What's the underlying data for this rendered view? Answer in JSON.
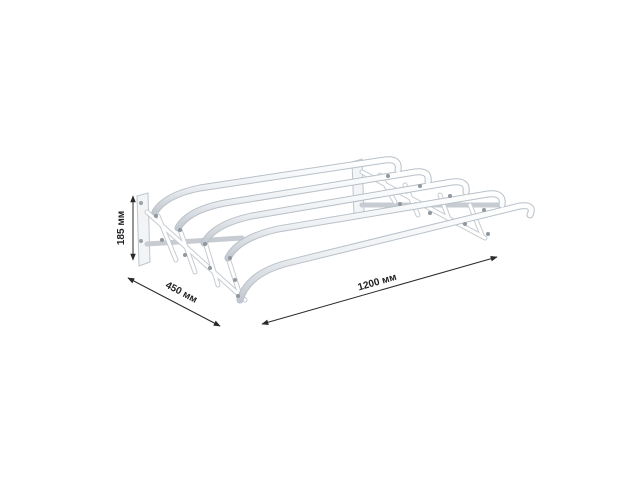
{
  "product": {
    "name": "wall-mounted folding clothes drying rack",
    "color": "#ffffff",
    "bars": 5
  },
  "dimensions": {
    "height_label": "185 мм",
    "depth_label": "450 мм",
    "width_label": "1200 мм"
  },
  "colors": {
    "background": "#ffffff",
    "tube": "#f4f6f8",
    "tube_shadow": "#c9ced4",
    "annotation": "#2a2a2a"
  }
}
